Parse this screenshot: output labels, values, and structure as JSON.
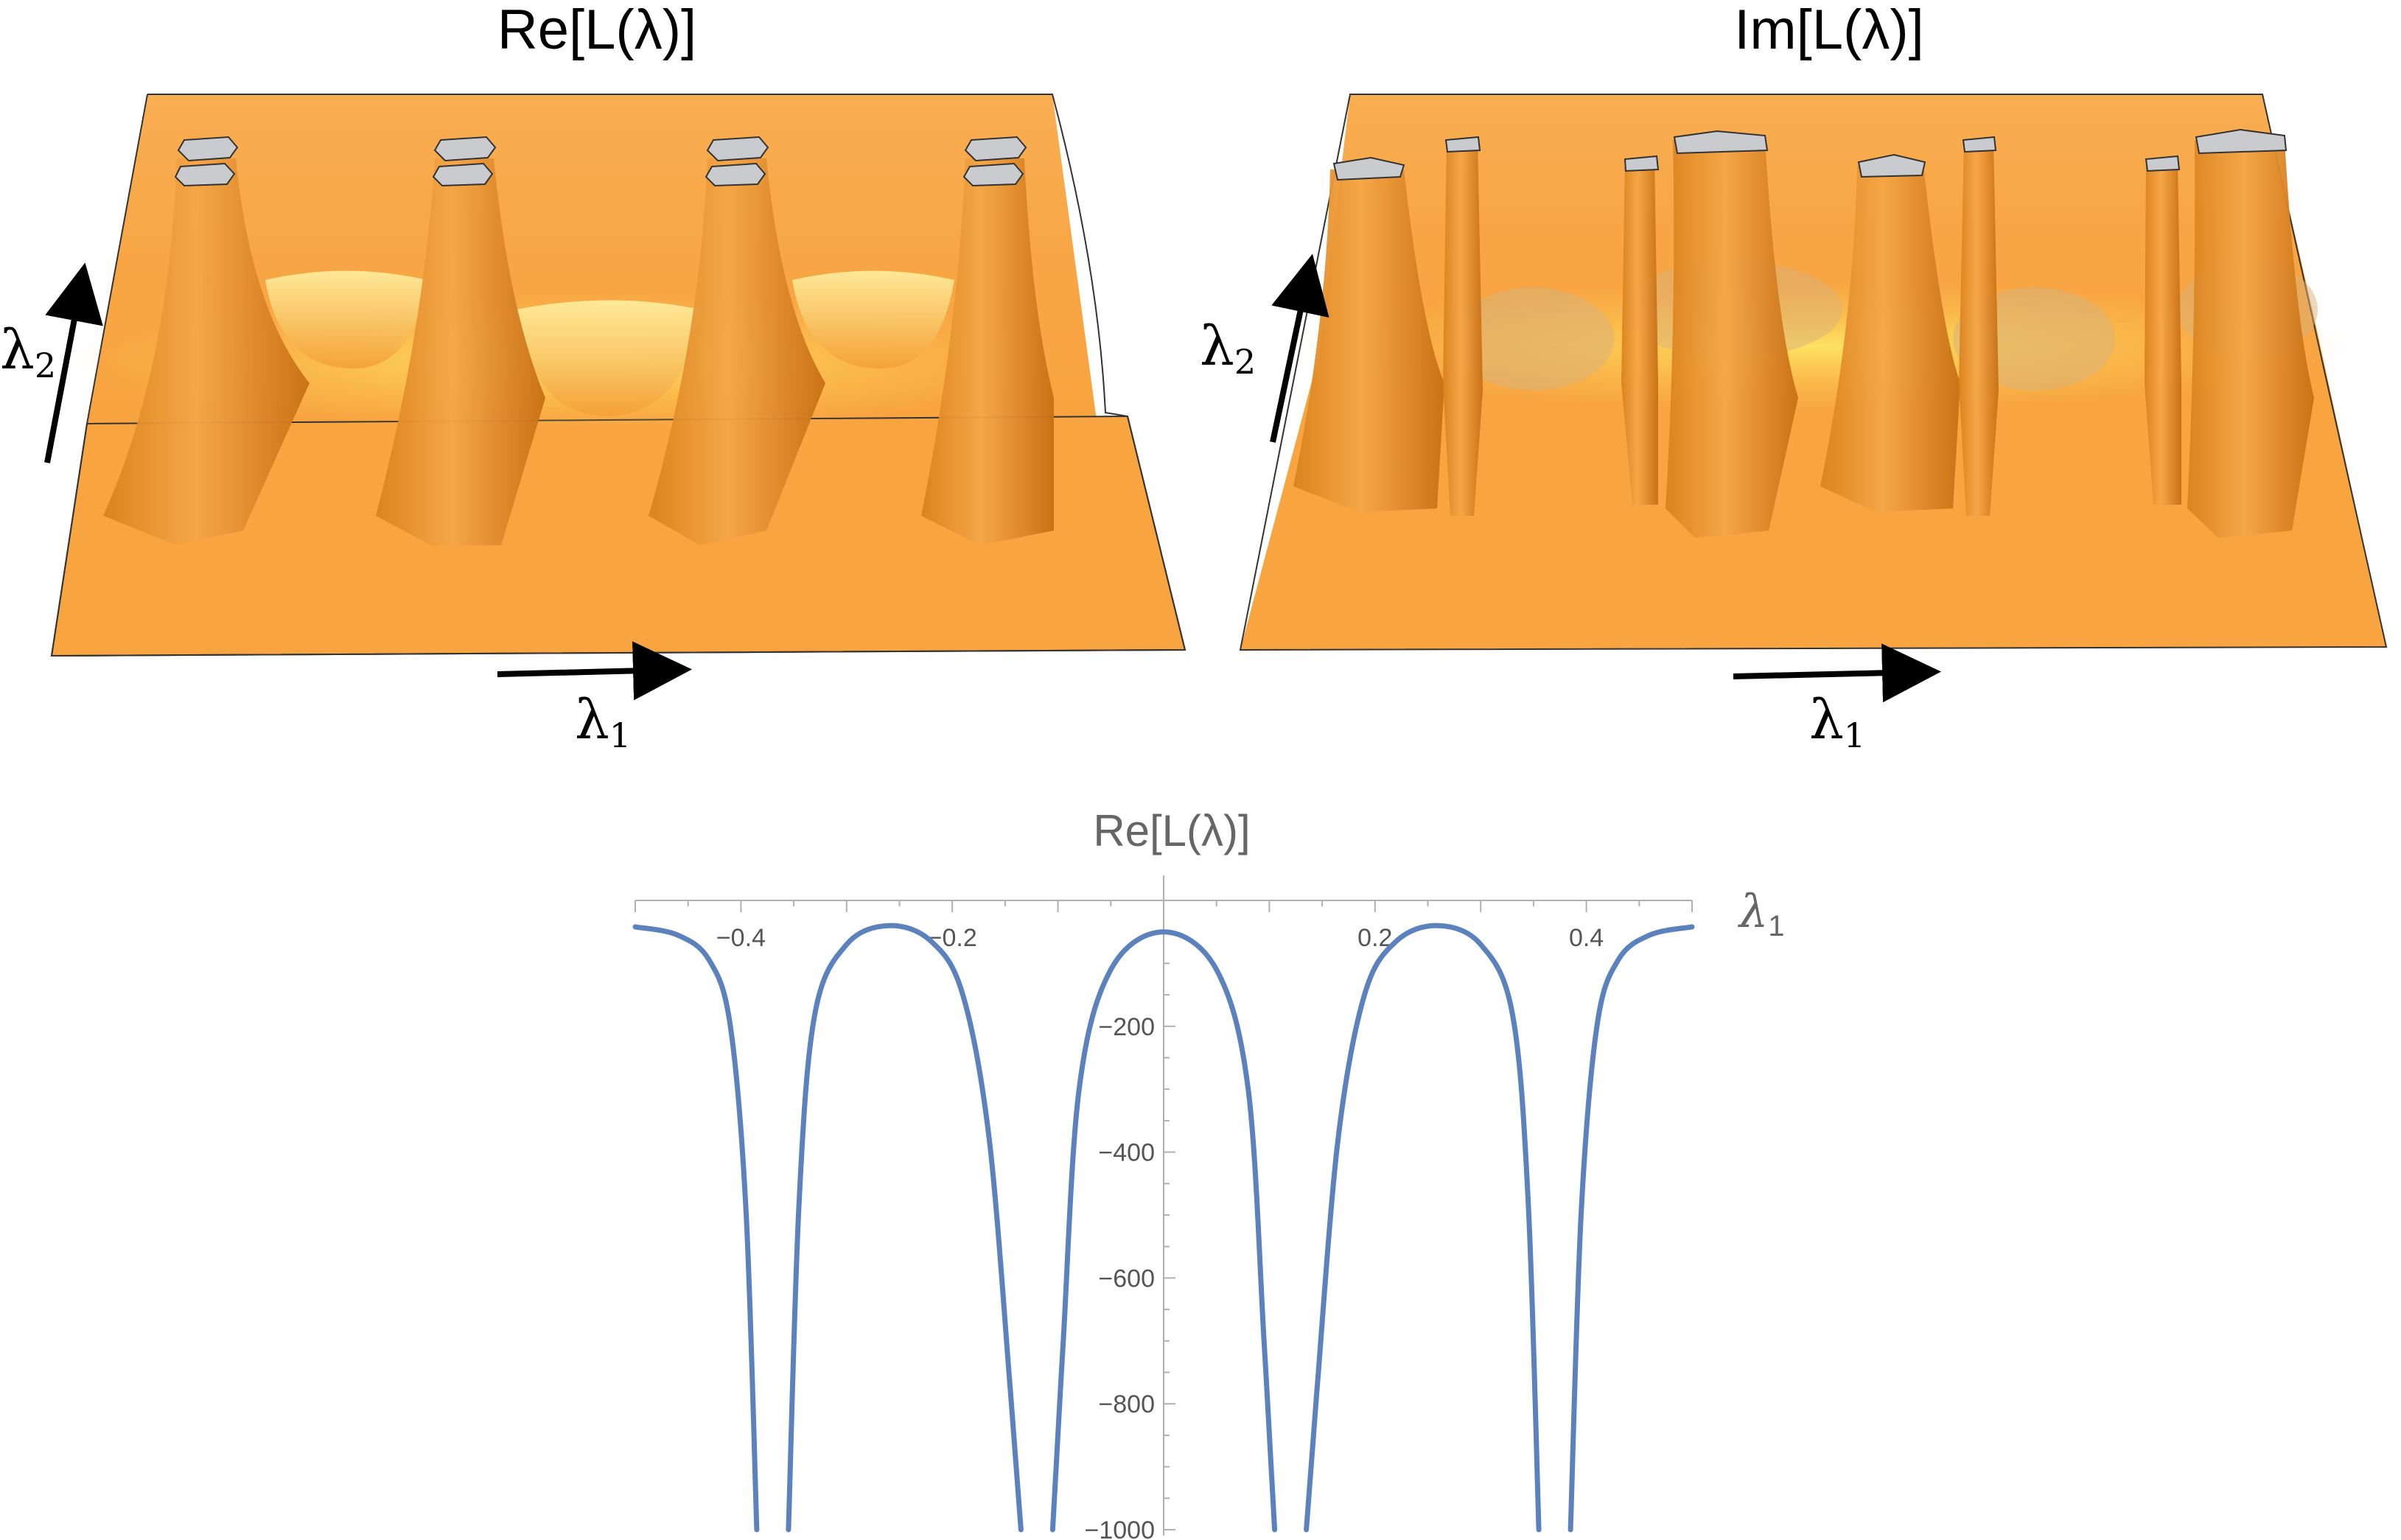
{
  "panels": [
    {
      "title": "Re[L(λ)]",
      "x_axis_label": "λ",
      "x_axis_sub": "1",
      "y_axis_label": "λ",
      "y_axis_sub": "2"
    },
    {
      "title": "Im[L(λ)]",
      "x_axis_label": "λ",
      "x_axis_sub": "1",
      "y_axis_label": "λ",
      "y_axis_sub": "2"
    }
  ],
  "colors": {
    "surface": "#F7A84A",
    "surface_light": "#FFD86B",
    "cap": "#C9CBCF",
    "line": "#5B82BD",
    "axis": "#B0B0B0"
  },
  "chart_data": {
    "type": "line",
    "title": "Re[L(λ)]",
    "xlabel": "λ",
    "xlabel_sub": "1",
    "ylabel": "",
    "xlim": [
      -0.5,
      0.5
    ],
    "ylim": [
      -1000,
      0
    ],
    "x_ticks": [
      -0.4,
      -0.2,
      0.2,
      0.4
    ],
    "x_tick_labels": [
      "−0.4",
      "−0.2",
      "0.2",
      "0.4"
    ],
    "y_ticks": [
      -200,
      -400,
      -600,
      -800,
      -1000
    ],
    "y_tick_labels": [
      "−200",
      "−400",
      "−600",
      "−800",
      "−1000"
    ],
    "poles": [
      -0.385,
      -0.355,
      -0.135,
      -0.105,
      0.105,
      0.135,
      0.355,
      0.385
    ],
    "series": [
      {
        "x": [
          -0.5,
          -0.46,
          -0.43,
          -0.41,
          -0.395,
          -0.385,
          -0.355,
          -0.345,
          -0.33,
          -0.3,
          -0.26,
          -0.22,
          -0.19,
          -0.165,
          -0.145,
          -0.135,
          -0.105,
          -0.095,
          -0.08,
          -0.05,
          0.0,
          0.05,
          0.08,
          0.095,
          0.105,
          0.135,
          0.145,
          0.165,
          0.19,
          0.22,
          0.26,
          0.3,
          0.33,
          0.345,
          0.355,
          0.385,
          0.395,
          0.41,
          0.43,
          0.46,
          0.5
        ],
        "y": [
          -42,
          -55,
          -95,
          -200,
          -500,
          -1000,
          -1000,
          -480,
          -180,
          -70,
          -40,
          -65,
          -150,
          -380,
          -780,
          -1000,
          -1000,
          -700,
          -300,
          -110,
          -50,
          -110,
          -300,
          -700,
          -1000,
          -1000,
          -780,
          -380,
          -150,
          -65,
          -40,
          -70,
          -180,
          -480,
          -1000,
          -1000,
          -500,
          -200,
          -95,
          -55,
          -42
        ]
      }
    ]
  }
}
